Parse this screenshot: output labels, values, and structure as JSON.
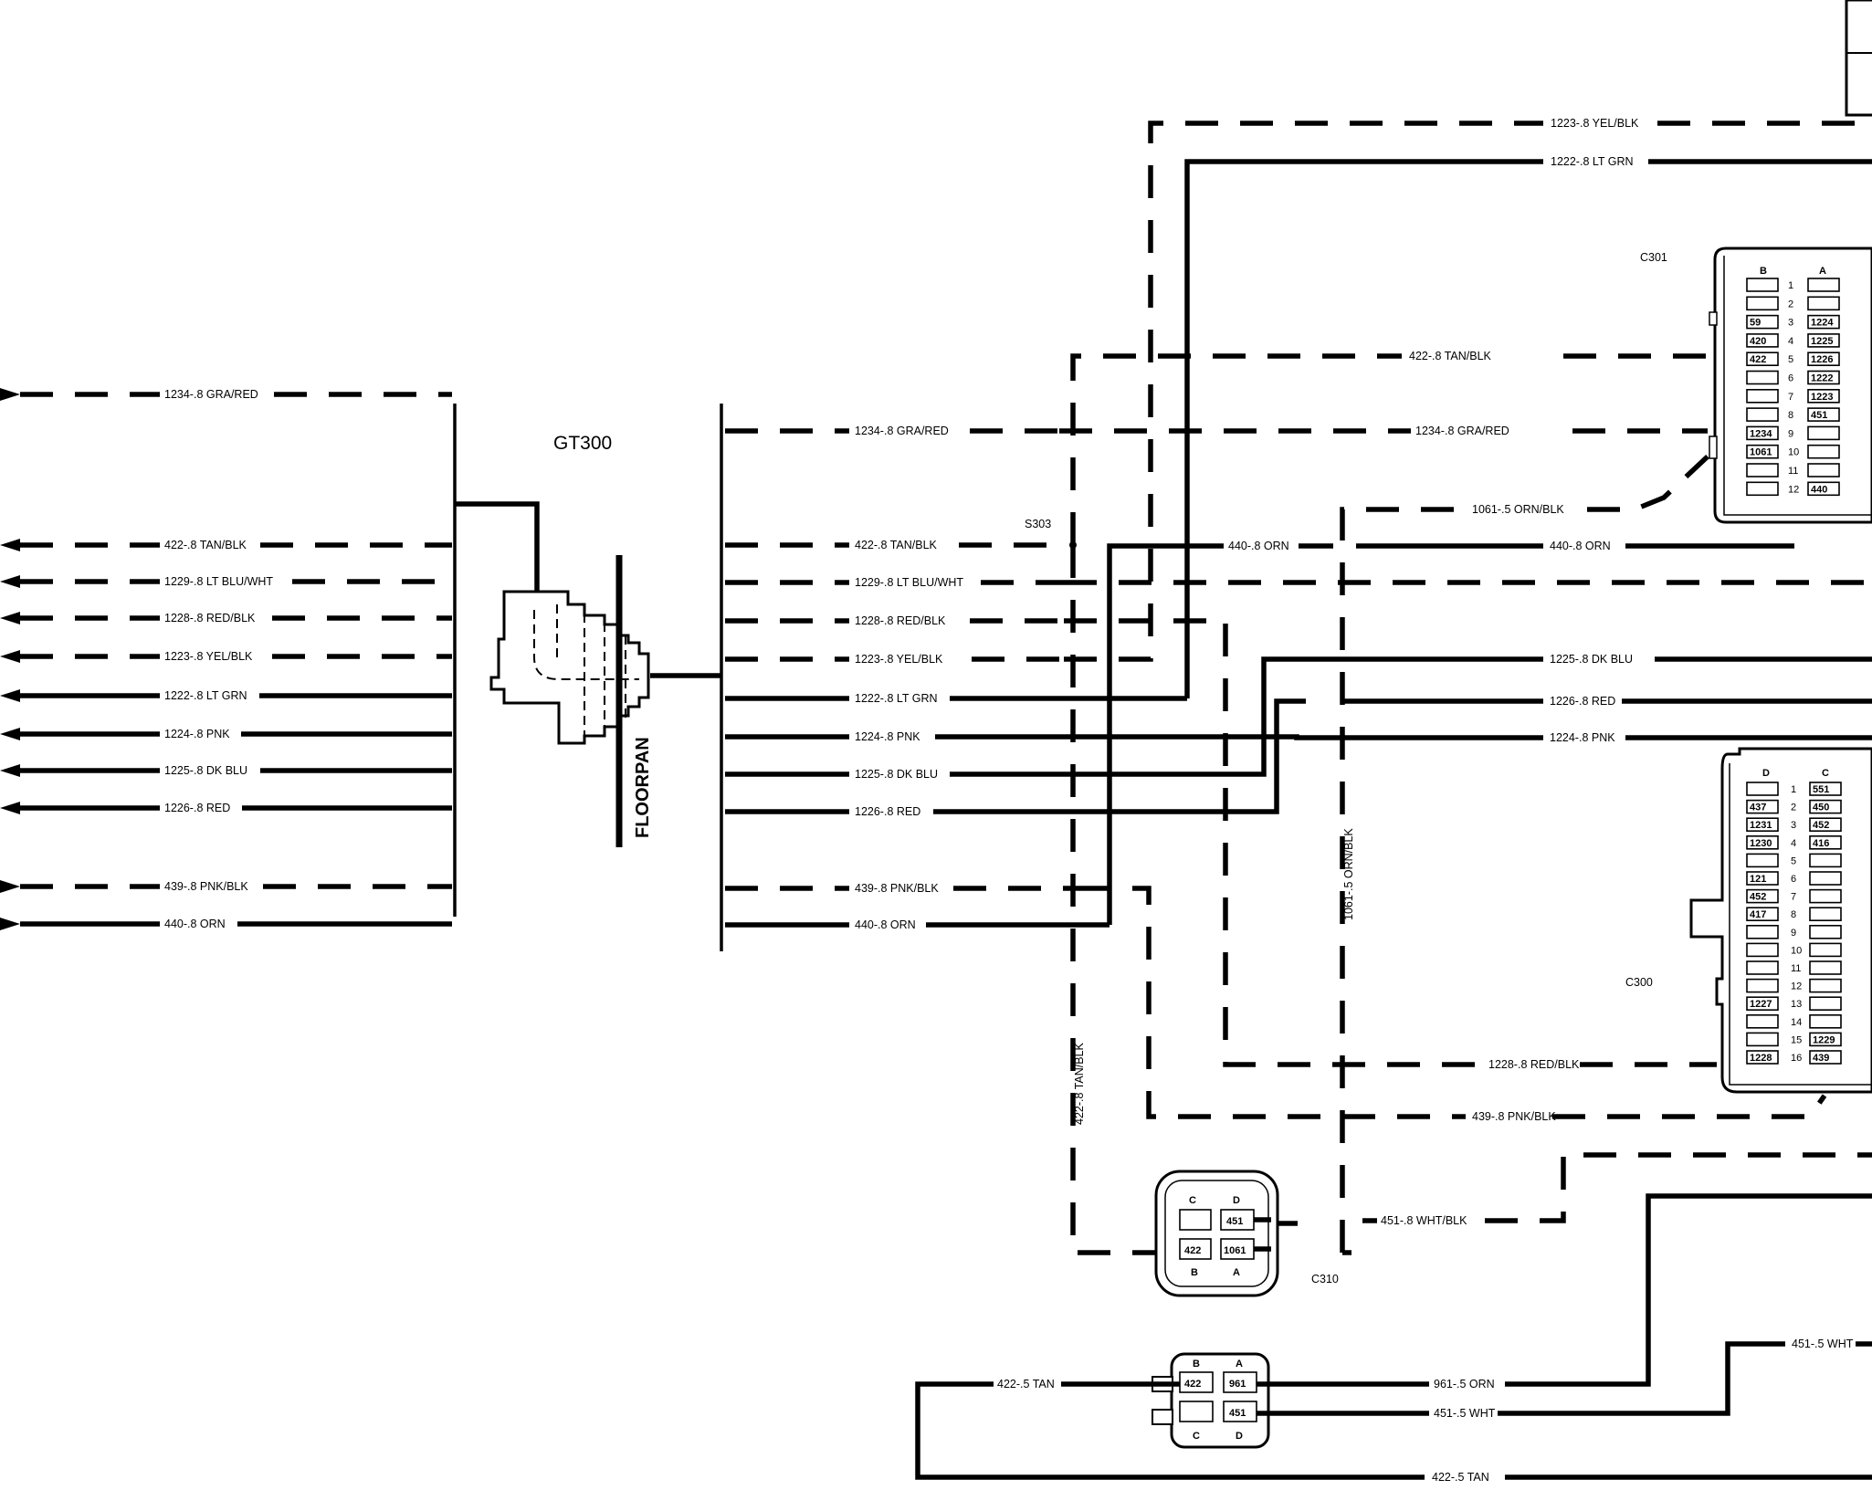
{
  "grommet": {
    "name": "GT300",
    "location": "FLOORPAN"
  },
  "splices": {
    "s303": "S303"
  },
  "left_wires": [
    {
      "id": "1234-.8 GRA/RED",
      "style": "dashed"
    },
    {
      "id": "422-.8 TAN/BLK",
      "style": "dashed"
    },
    {
      "id": "1229-.8 LT BLU/WHT",
      "style": "dashed"
    },
    {
      "id": "1228-.8 RED/BLK",
      "style": "dashed"
    },
    {
      "id": "1223-.8 YEL/BLK",
      "style": "dashed"
    },
    {
      "id": "1222-.8 LT GRN",
      "style": "solid"
    },
    {
      "id": "1224-.8 PNK",
      "style": "solid"
    },
    {
      "id": "1225-.8 DK BLU",
      "style": "solid"
    },
    {
      "id": "1226-.8 RED",
      "style": "solid"
    },
    {
      "id": "439-.8 PNK/BLK",
      "style": "dashed"
    },
    {
      "id": "440-.8 ORN",
      "style": "solid"
    }
  ],
  "right_wire_labels": {
    "w1223": "1223-.8 YEL/BLK",
    "w1222": "1222-.8 LT GRN",
    "w422_top": "422-.8 TAN/BLK",
    "w1234": "1234-.8 GRA/RED",
    "w1061": "1061-.5 ORN/BLK",
    "w440a": "440-.8 ORN",
    "w440b": "440-.8 ORN",
    "w1225": "1225-.8 DK BLU",
    "w1226": "1226-.8 RED",
    "w1224": "1224-.8 PNK",
    "w1228": "1228-.8 RED/BLK",
    "w439": "439-.8 PNK/BLK",
    "w1061_vert": "1061-.5 ORN/BLK",
    "w422_vert": "422-.8 TAN/BLK",
    "w451_wht_blk": "451-.8 WHT/BLK",
    "w451_wht_top": "451-.5 WHT",
    "w422_tan_left": "422-.5 TAN",
    "w961": "961-.5 ORN",
    "w451_wht": "451-.5 WHT",
    "w422_tan_bottom": "422-.5 TAN"
  },
  "c301": {
    "name": "C301",
    "col_b_header": "B",
    "col_a_header": "A",
    "rows": [
      {
        "pin": "1",
        "b": "",
        "a": ""
      },
      {
        "pin": "2",
        "b": "",
        "a": ""
      },
      {
        "pin": "3",
        "b": "59",
        "a": "1224"
      },
      {
        "pin": "4",
        "b": "420",
        "a": "1225"
      },
      {
        "pin": "5",
        "b": "422",
        "a": "1226"
      },
      {
        "pin": "6",
        "b": "",
        "a": "1222"
      },
      {
        "pin": "7",
        "b": "",
        "a": "1223"
      },
      {
        "pin": "8",
        "b": "",
        "a": "451"
      },
      {
        "pin": "9",
        "b": "1234",
        "a": ""
      },
      {
        "pin": "10",
        "b": "1061",
        "a": ""
      },
      {
        "pin": "11",
        "b": "",
        "a": ""
      },
      {
        "pin": "12",
        "b": "",
        "a": "440"
      }
    ]
  },
  "c300": {
    "name": "C300",
    "col_d_header": "D",
    "col_c_header": "C",
    "rows": [
      {
        "pin": "1",
        "d": "",
        "c": "551"
      },
      {
        "pin": "2",
        "d": "437",
        "c": "450"
      },
      {
        "pin": "3",
        "d": "1231",
        "c": "452"
      },
      {
        "pin": "4",
        "d": "1230",
        "c": "416"
      },
      {
        "pin": "5",
        "d": "",
        "c": ""
      },
      {
        "pin": "6",
        "d": "121",
        "c": ""
      },
      {
        "pin": "7",
        "d": "452",
        "c": ""
      },
      {
        "pin": "8",
        "d": "417",
        "c": ""
      },
      {
        "pin": "9",
        "d": "",
        "c": ""
      },
      {
        "pin": "10",
        "d": "",
        "c": ""
      },
      {
        "pin": "11",
        "d": "",
        "c": ""
      },
      {
        "pin": "12",
        "d": "",
        "c": ""
      },
      {
        "pin": "13",
        "d": "1227",
        "c": ""
      },
      {
        "pin": "14",
        "d": "",
        "c": ""
      },
      {
        "pin": "15",
        "d": "",
        "c": "1229"
      },
      {
        "pin": "16",
        "d": "1228",
        "c": "439"
      }
    ]
  },
  "c310": {
    "name": "C310",
    "cavities": {
      "c": "C",
      "d": "D",
      "b": "B",
      "a": "A"
    },
    "wires": {
      "d": "451",
      "b": "422",
      "a": "1061",
      "c": ""
    }
  },
  "lower_connector": {
    "cavities": {
      "b": "B",
      "a": "A",
      "c": "C",
      "d": "D"
    },
    "wires": {
      "b": "422",
      "a": "961",
      "d": "451",
      "c": ""
    }
  }
}
